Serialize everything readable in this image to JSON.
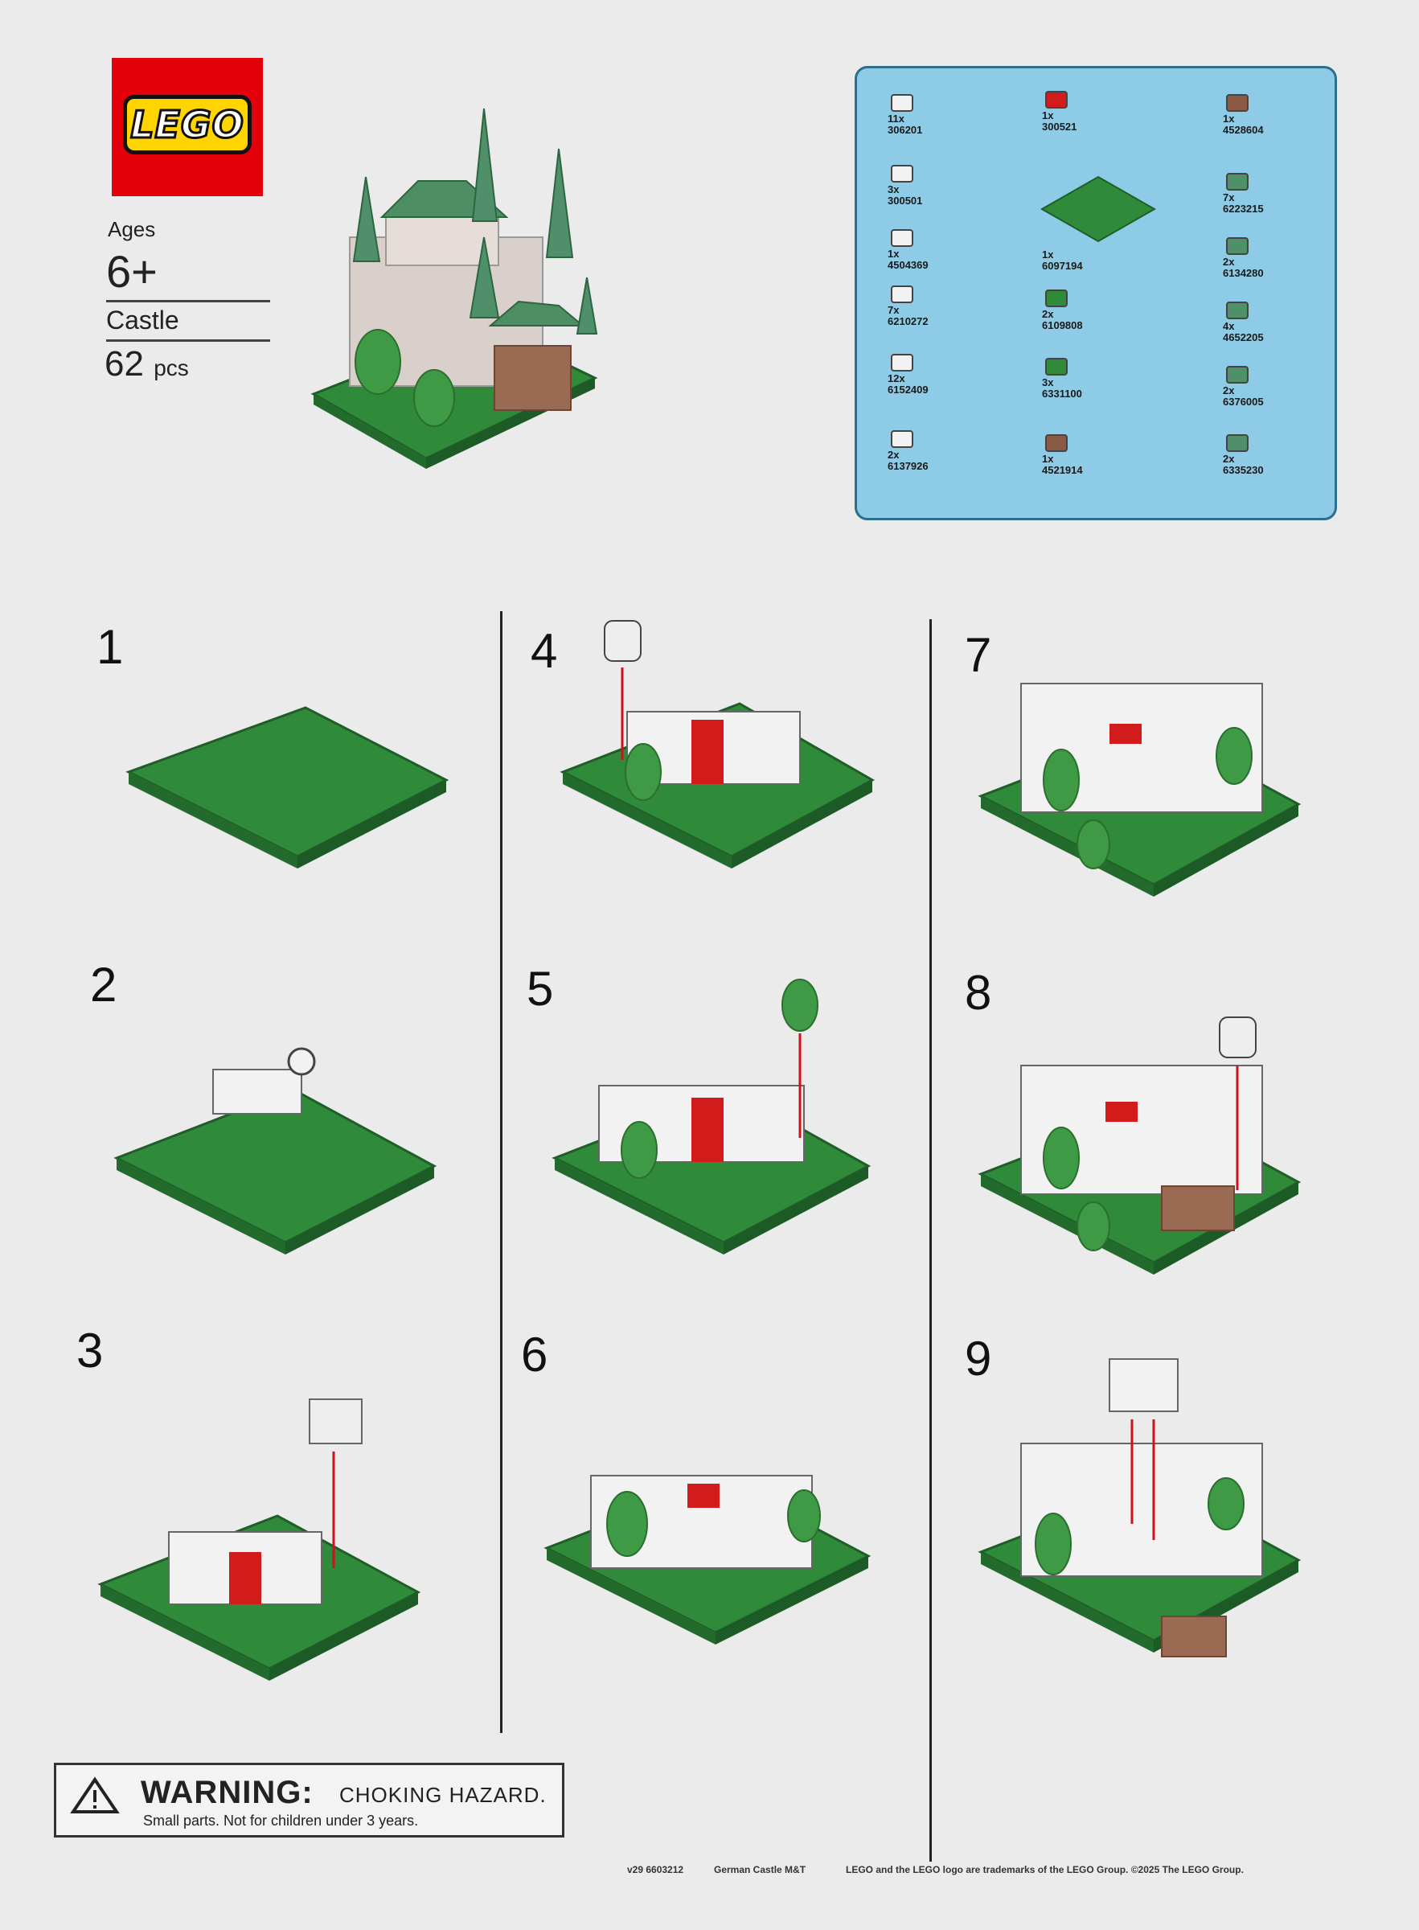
{
  "header": {
    "brand": "LEGO",
    "ages_label": "Ages",
    "age_value": "6+",
    "set_name": "Castle",
    "piece_count": "62",
    "piece_unit": "pcs"
  },
  "inventory": [
    {
      "qty": "11x",
      "part": "306201",
      "color": "#f2f2f2"
    },
    {
      "qty": "3x",
      "part": "300501",
      "color": "#f2f2f2"
    },
    {
      "qty": "1x",
      "part": "4504369",
      "color": "#f2f2f2"
    },
    {
      "qty": "7x",
      "part": "6210272",
      "color": "#f2f2f2"
    },
    {
      "qty": "12x",
      "part": "6152409",
      "color": "#f2f2f2"
    },
    {
      "qty": "2x",
      "part": "6137926",
      "color": "#f2f2f2"
    },
    {
      "qty": "1x",
      "part": "300521",
      "color": "#d21b1b"
    },
    {
      "qty": "1x",
      "part": "6097194",
      "color": "#2f8a3a"
    },
    {
      "qty": "2x",
      "part": "6109808",
      "color": "#2f8a3a"
    },
    {
      "qty": "3x",
      "part": "6331100",
      "color": "#2f8a3a"
    },
    {
      "qty": "1x",
      "part": "4521914",
      "color": "#8a5a44"
    },
    {
      "qty": "1x",
      "part": "4528604",
      "color": "#8a5a44"
    },
    {
      "qty": "7x",
      "part": "6223215",
      "color": "#4f8f6a"
    },
    {
      "qty": "2x",
      "part": "6134280",
      "color": "#4f8f6a"
    },
    {
      "qty": "4x",
      "part": "4652205",
      "color": "#4f8f6a"
    },
    {
      "qty": "2x",
      "part": "6376005",
      "color": "#4f8f6a"
    },
    {
      "qty": "2x",
      "part": "6335230",
      "color": "#4f8f6a"
    }
  ],
  "steps": [
    "1",
    "2",
    "3",
    "4",
    "5",
    "6",
    "7",
    "8",
    "9"
  ],
  "warning": {
    "title": "WARNING:",
    "subtitle": "CHOKING HAZARD.",
    "text": "Small parts. Not for children under 3 years."
  },
  "footer": {
    "code": "v29 6603212",
    "product": "German Castle M&T",
    "trademark": "LEGO and the LEGO logo are trademarks of the LEGO Group. ©2025 The LEGO Group."
  },
  "colors": {
    "baseplate": "#2f8a3a",
    "brick_white": "#f2f2f2",
    "brick_red": "#d21b1b",
    "brick_brown": "#8a5a44",
    "arrow": "#d0111b",
    "panel": "#8ecbe6"
  }
}
